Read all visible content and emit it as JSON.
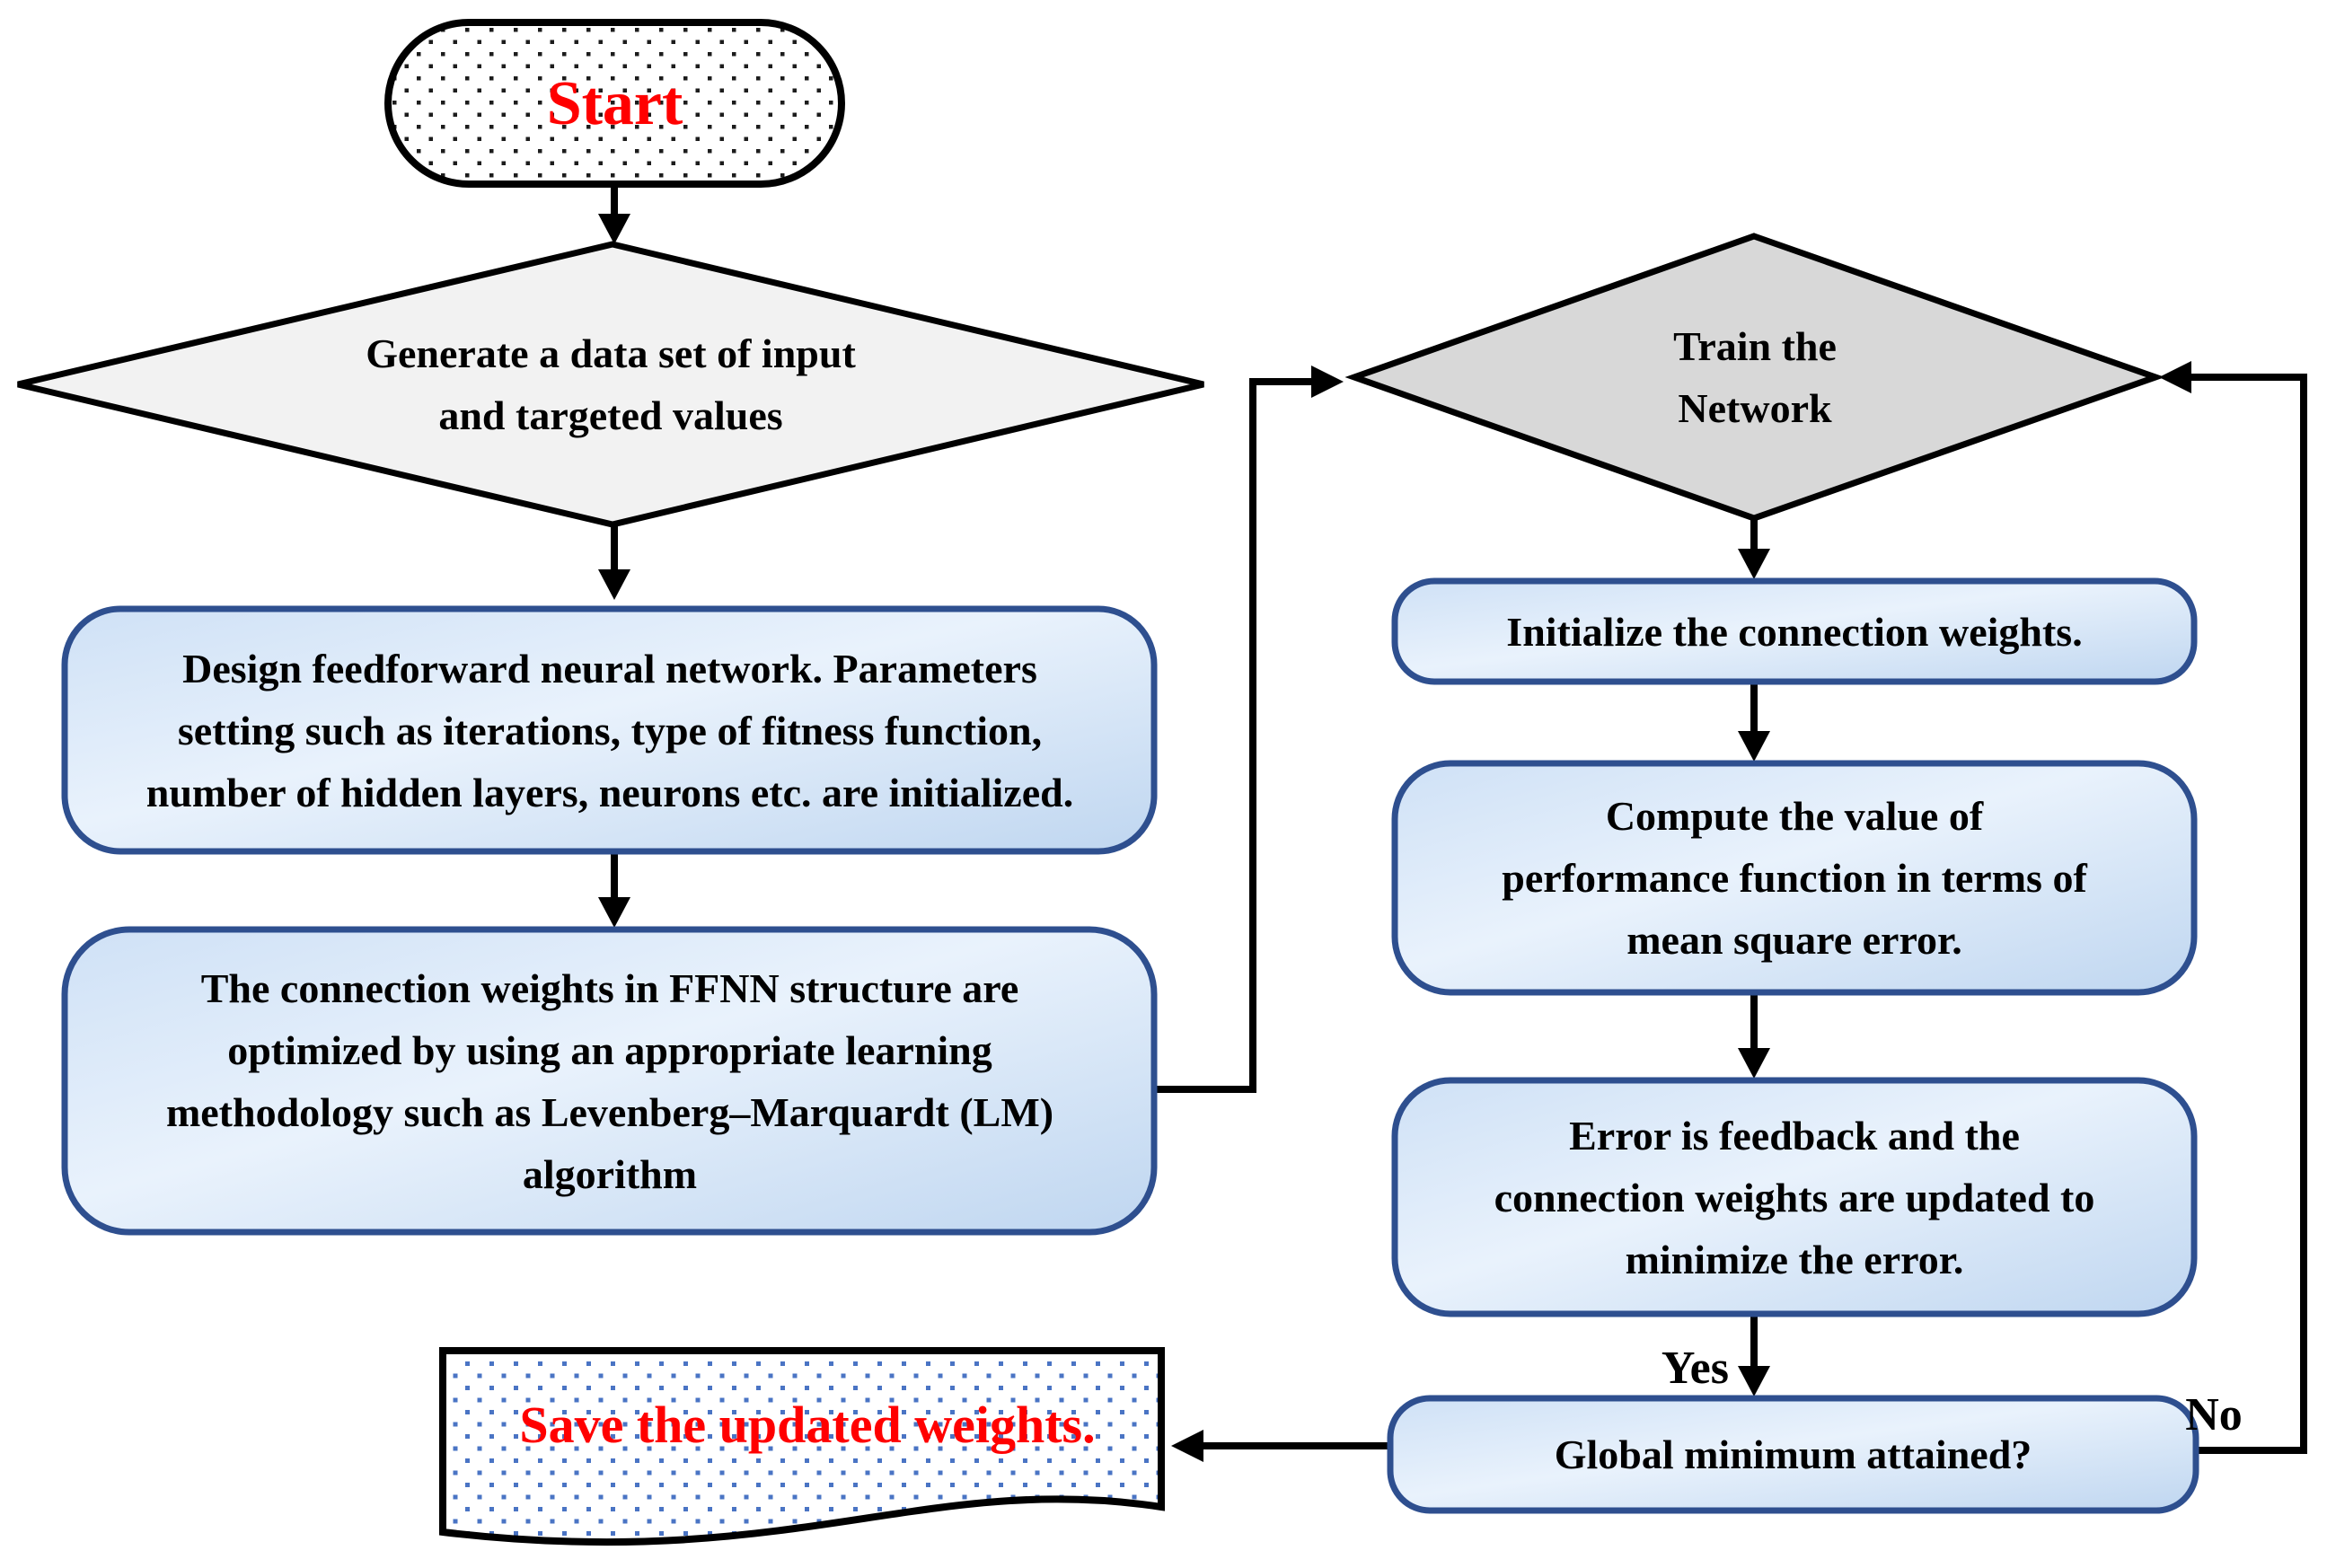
{
  "colors": {
    "accent_red": "#ff0000",
    "process_border_blue": "#2e4f8f",
    "process_fill_light": "#e9f2fc",
    "process_fill_dark": "#bfd6f0",
    "decision_fill_light_gray": "#f2f2f2",
    "decision_fill_dark_gray": "#d8d8d8",
    "connector_black": "#000000",
    "document_dot_blue": "#4a74c4"
  },
  "nodes": {
    "start": {
      "type": "terminator",
      "label": "Start"
    },
    "generate_data": {
      "type": "decision",
      "label": "Generate a data set of input\nand targeted values"
    },
    "design_ffnn": {
      "type": "process",
      "label": "Design feedforward neural network. Parameters\nsetting such as iterations, type of fitness function,\nnumber of hidden layers, neurons etc. are initialized."
    },
    "optimize_weights": {
      "type": "process",
      "label": "The connection weights in FFNN structure are\noptimized by using an appropriate learning\nmethodology such as Levenberg–Marquardt (LM)\nalgorithm"
    },
    "train_network": {
      "type": "decision",
      "label": "Train the\nNetwork"
    },
    "initialize_weights": {
      "type": "process",
      "label": "Initialize the connection weights."
    },
    "compute_performance": {
      "type": "process",
      "label": "Compute the value of\nperformance function in terms of\nmean square error."
    },
    "error_feedback": {
      "type": "process",
      "label": "Error is feedback and the\nconnection weights are updated to\nminimize the error."
    },
    "global_minimum": {
      "type": "process",
      "label": "Global minimum attained?"
    },
    "save_weights": {
      "type": "document",
      "label": "Save the updated weights."
    }
  },
  "edge_labels": {
    "yes": "Yes",
    "no": "No"
  }
}
